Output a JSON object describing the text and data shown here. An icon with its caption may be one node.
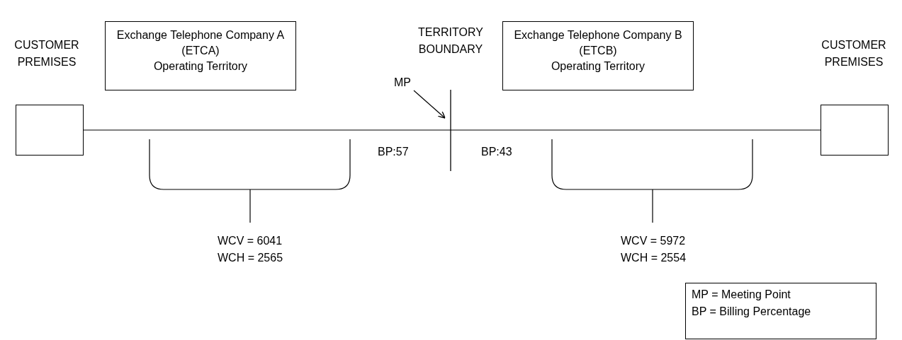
{
  "diagram": {
    "nodes": [
      {
        "text": [],
        "shape": "box"
      },
      {
        "text": [
          "Exchange Telephone Company A",
          "(ETCA)",
          "Operating Territory"
        ]
      },
      {
        "text": [
          "Exchange Telephone Company B",
          "(ETCB)",
          "Operating Territory"
        ]
      },
      {
        "text": [],
        "shape": "box"
      },
      {
        "text": [
          "MP"
        ]
      },
      {
        "text": [
          "MP = Meeting Point",
          "BP = Billing Percentage"
        ]
      }
    ],
    "edges": [
      {
        "from": 0,
        "to": 3,
        "arrow": "none"
      },
      {
        "from": 4,
        "to": null,
        "arrow": "to"
      }
    ],
    "labels": [
      "CUSTOMER PREMISES",
      "TERRITORY BOUNDARY",
      "CUSTOMER PREMISES",
      "BP:57",
      "BP:43",
      "WCV = 6041",
      "WCH = 2565",
      "WCV = 5972",
      "WCH = 2554"
    ]
  }
}
